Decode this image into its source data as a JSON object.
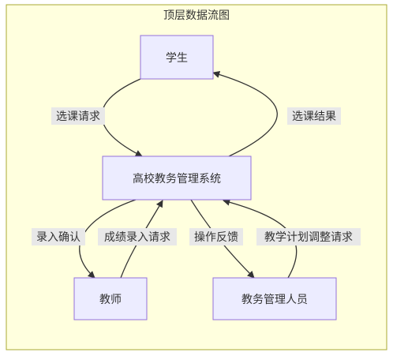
{
  "diagram": {
    "title": "顶层数据流图",
    "colors": {
      "cluster_fill": "#ffffde",
      "cluster_stroke": "#aaaa33",
      "node_fill": "#ececff",
      "node_stroke": "#9370db",
      "edge": "#333333",
      "label_bg": "#e8e8e8",
      "text": "#333333"
    },
    "nodes": {
      "student": "学生",
      "system": "高校教务管理系统",
      "teacher": "教师",
      "admin": "教务管理人员"
    },
    "edges": {
      "course_request": "选课请求",
      "course_result": "选课结果",
      "entry_confirm": "录入确认",
      "grade_entry": "成绩录入请求",
      "op_feedback": "操作反馈",
      "plan_adjust": "教学计划调整请求"
    }
  }
}
